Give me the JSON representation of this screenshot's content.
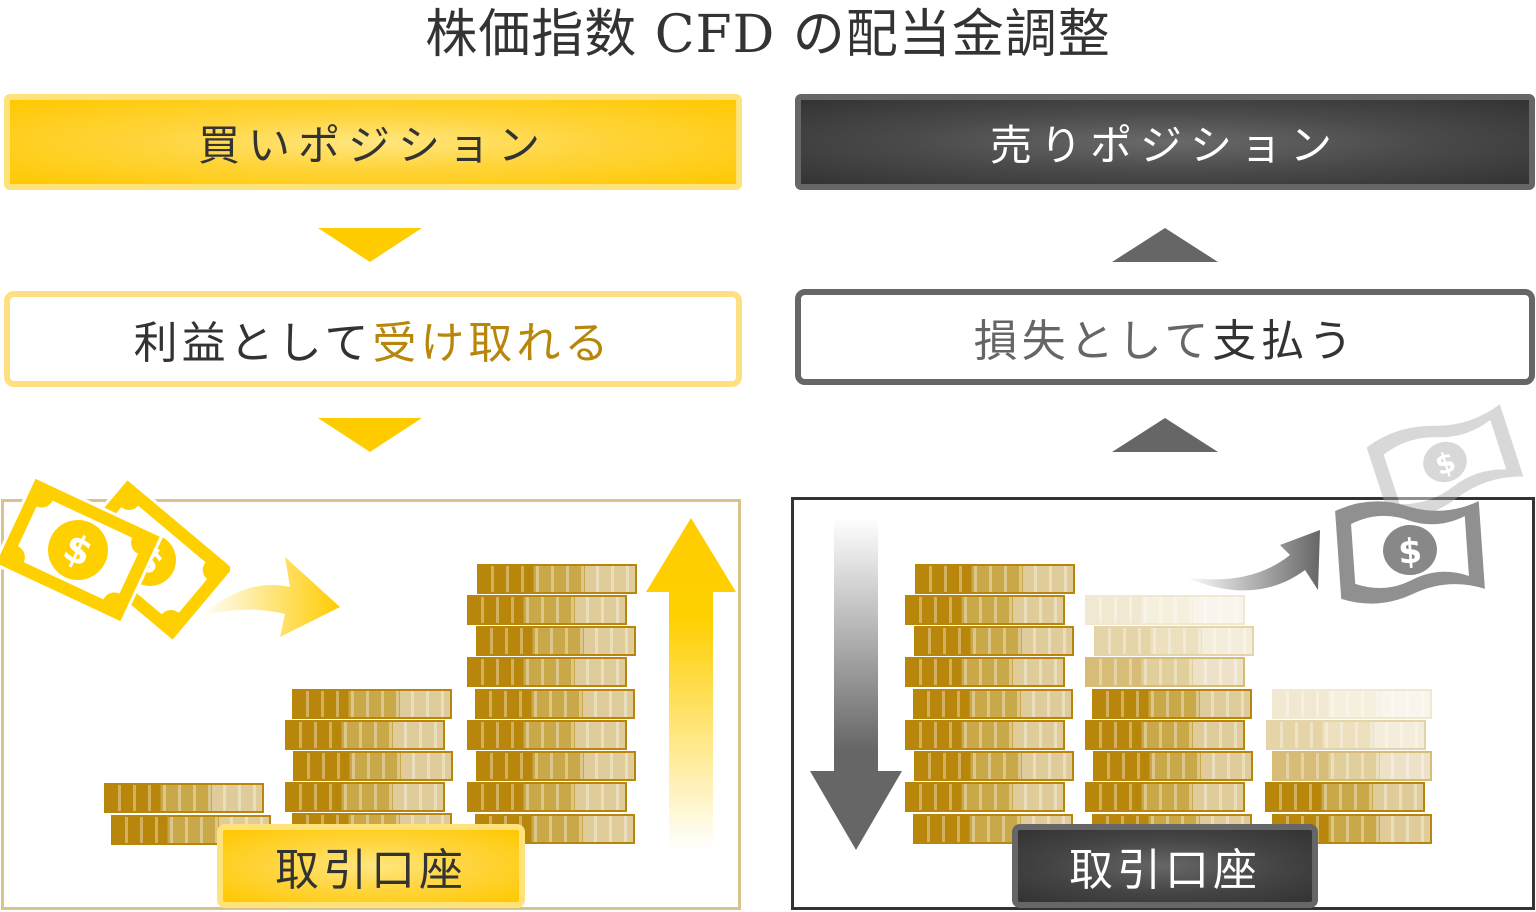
{
  "title": "株価指数 CFD の配当金調整",
  "buy": {
    "header": "買いポジション",
    "result_prefix": "利益として",
    "result_highlight": "受け取れる",
    "account_label": "取引口座",
    "direction": "down",
    "colors": {
      "accent": "#ffcc00",
      "border": "#ffe27a",
      "highlight_text": "#b8860b"
    },
    "coin_stacks": [
      2,
      5,
      9
    ],
    "trend_arrow": "up",
    "money_icon": "dollar-bills-yellow"
  },
  "sell": {
    "header": "売りポジション",
    "result_prefix": "損失として",
    "result_highlight": "支払う",
    "account_label": "取引口座",
    "direction": "up",
    "colors": {
      "accent": "#666666",
      "border": "#333333",
      "highlight_text": "#333333"
    },
    "coin_stacks": [
      9,
      8,
      5
    ],
    "faded_coins": [
      0,
      3,
      3
    ],
    "trend_arrow": "down",
    "money_icon": "dollar-bills-gray"
  }
}
